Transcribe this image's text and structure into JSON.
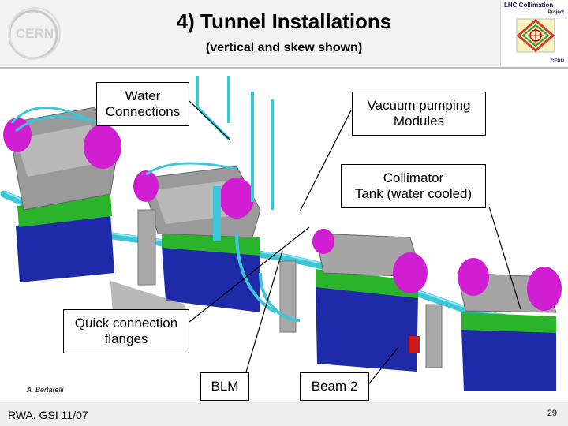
{
  "header": {
    "title": "4) Tunnel Installations",
    "subtitle": "(vertical and skew shown)",
    "cern_logo_text": "CERN",
    "lhc_logo": {
      "title": "LHC Collimation",
      "subtitle": "Project",
      "footer": "CERN"
    }
  },
  "callouts": {
    "water": "Water\nConnections",
    "vacuum": "Vacuum pumping\nModules",
    "collimator": "Collimator\nTank (water cooled)",
    "quick": "Quick connection\nflanges",
    "blm": "BLM",
    "beam": "Beam 2"
  },
  "author": "A. Bertarelli",
  "footer": {
    "left": "RWA, GSI 11/07",
    "page": "29"
  },
  "colors": {
    "magnet_magenta": "#d21ed2",
    "support_blue": "#1e2aa8",
    "frame_green": "#2bb32b",
    "pipe_cyan": "#3cc6d8",
    "stand_grey": "#a8a8a8"
  }
}
